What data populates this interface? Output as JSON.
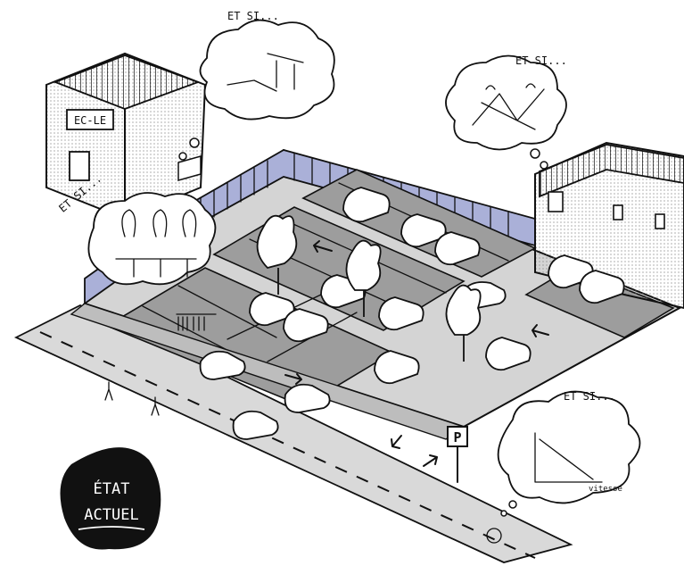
{
  "school_sign": "EC-LE",
  "bubbles": {
    "school": "ET SI...",
    "left": "ET SI...",
    "right": "ET SI...",
    "chart": "ET SI...",
    "chart_axis": "vitesse"
  },
  "parking_sign": "P",
  "status_badge": {
    "line1": "ÉTAT",
    "line2": "ACTUEL"
  },
  "colors": {
    "road": "#d9d9d9",
    "parking_light": "#d4d4d4",
    "parking_dark": "#9d9d9d",
    "fence": "#aab0d8",
    "ink": "#111111",
    "badge": "#111111"
  }
}
